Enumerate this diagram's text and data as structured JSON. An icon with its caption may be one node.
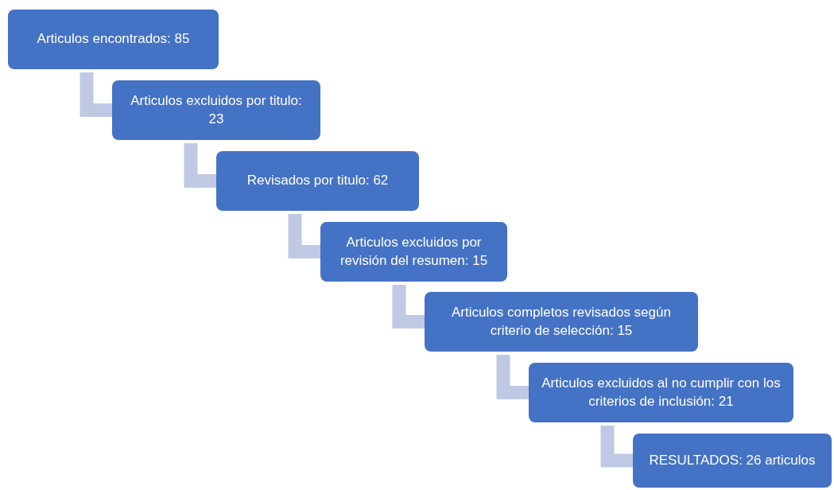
{
  "diagram": {
    "nodes": [
      {
        "text": [
          "Articulos encontrados: 85"
        ]
      },
      {
        "text": [
          "Articulos excluidos por titulo: 23"
        ]
      },
      {
        "text": [
          "Revisados por titulo: 62"
        ]
      },
      {
        "text": [
          "Articulos excluidos por revisión del resumen: 15"
        ]
      },
      {
        "text": [
          "Articulos completos revisados según criterio de selección: 15"
        ]
      },
      {
        "text": [
          "Articulos excluidos al no cumplir con los criterios de inclusión: 21"
        ]
      },
      {
        "text": [
          "RESULTADOS: 26 articulos"
        ]
      }
    ],
    "edges": [
      {
        "from": 0,
        "to": 1,
        "arrow": "none"
      },
      {
        "from": 1,
        "to": 2,
        "arrow": "none"
      },
      {
        "from": 2,
        "to": 3,
        "arrow": "none"
      },
      {
        "from": 3,
        "to": 4,
        "arrow": "none"
      },
      {
        "from": 4,
        "to": 5,
        "arrow": "none"
      },
      {
        "from": 5,
        "to": 6,
        "arrow": "none"
      }
    ]
  }
}
